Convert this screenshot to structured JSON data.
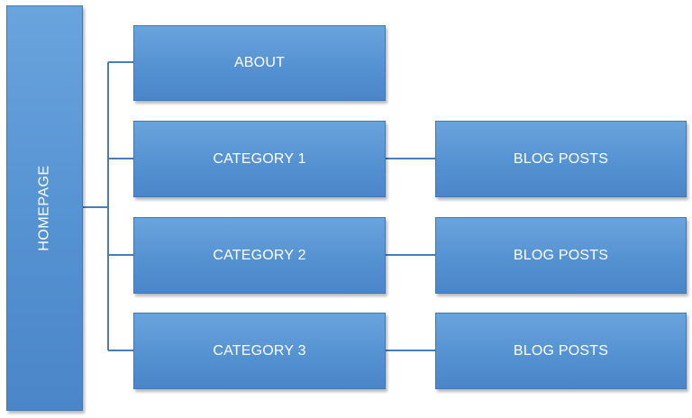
{
  "diagram": {
    "root": {
      "label": "HOMEPAGE"
    },
    "pages": [
      {
        "label": "ABOUT"
      },
      {
        "label": "CATEGORY 1",
        "child": "BLOG POSTS"
      },
      {
        "label": "CATEGORY 2",
        "child": "BLOG POSTS"
      },
      {
        "label": "CATEGORY 3",
        "child": "BLOG POSTS"
      }
    ]
  },
  "colors": {
    "box_fill": "#5592d2",
    "box_border": "#4178b4",
    "connector": "#4a7db5",
    "text": "#ffffff"
  }
}
